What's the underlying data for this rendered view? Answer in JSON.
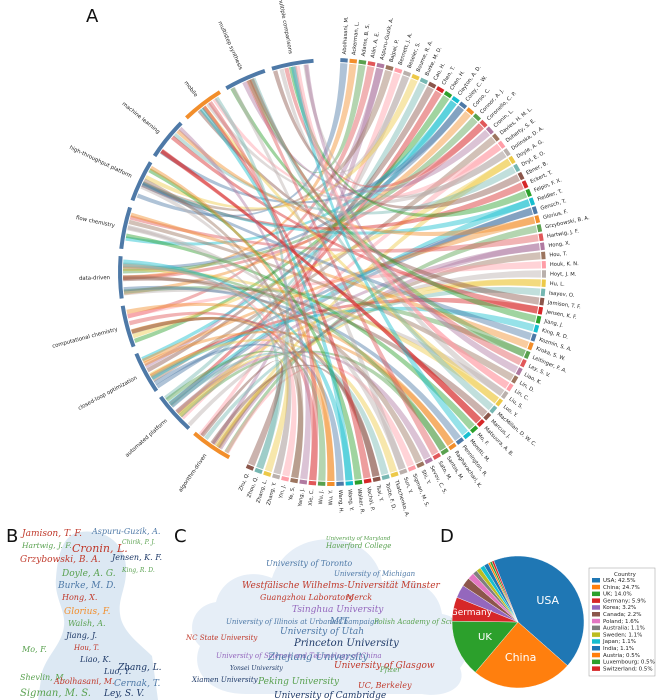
{
  "panels": {
    "a": "A",
    "b": "B",
    "c": "C",
    "d": "D"
  },
  "chord": {
    "segments": [
      {
        "name": "algorithm-driven",
        "color": "#f28e2b"
      },
      {
        "name": "automated platform",
        "color": "#4e79a7"
      },
      {
        "name": "closed-loop optimization",
        "color": "#4e79a7"
      },
      {
        "name": "computational chemistry",
        "color": "#4e79a7"
      },
      {
        "name": "data-driven",
        "color": "#4e79a7"
      },
      {
        "name": "flow chemistry",
        "color": "#4e79a7"
      },
      {
        "name": "high-throughput platform",
        "color": "#4e79a7"
      },
      {
        "name": "machine learning",
        "color": "#4e79a7"
      },
      {
        "name": "mobile",
        "color": "#f28e2b"
      },
      {
        "name": "multistep synthesis",
        "color": "#4e79a7"
      },
      {
        "name": "multiple comparisons",
        "color": "#4e79a7"
      }
    ],
    "authors": [
      "Abolhasani, M.",
      "Ackerman, L.",
      "Adams, B. S.",
      "Alán, A. E.",
      "Aspuru-Guzik, A.",
      "Bajpai, P.",
      "Bennett, J. A.",
      "Beseler, S.",
      "Bourne, R. A.",
      "Burke, M. D.",
      "Cao, H.",
      "Chen, T.",
      "Chen, H.",
      "Clayton, A. D.",
      "Coley, C. W.",
      "Corso, C.",
      "Connor, A. J.",
      "Coronello, C. P.",
      "Cronin, L.",
      "Davies, H. M. L.",
      "Doherty, S. E.",
      "Dolinska, D. A.",
      "Doyle, A. G.",
      "Dryl, E. O.",
      "Ebner, B.",
      "Eckert, T.",
      "Felpin, F. X.",
      "Fieldler, T.",
      "Gensch, T.",
      "Glorius, F.",
      "Grzybowski, B. A.",
      "Hartwig, J. F.",
      "Hong, X.",
      "Hou, T.",
      "Houk, K. N.",
      "Hoyt, J. M.",
      "Hu, L.",
      "Isayev, O.",
      "Jamison, T. F.",
      "Jensen, K. F.",
      "Jiang, J.",
      "King, R. D.",
      "Kozmin, S. A.",
      "Kroka, S. W.",
      "Leitinger, F. A.",
      "Ley, S. V.",
      "Liao, K.",
      "Lin, D.",
      "Lin, C.",
      "Liu, S.",
      "Luo, Y.",
      "MacMillan, D. W. C.",
      "Marcus, J.",
      "Matsuura, A. B.",
      "Mo, F.",
      "Moretti, M.",
      "Pennington, R.",
      "Raghavachari, K.",
      "Santos, M.",
      "Sato, M.",
      "Sevov, C. S.",
      "Shi, Y.",
      "Sigman, M. S.",
      "Sun, Y.",
      "Tkatchenko, A.",
      "Toste, F. D.",
      "Tsai, Y.",
      "Vachal, P.",
      "Walker, R.",
      "Wang, Y.",
      "Wang, H.",
      "Wu, Y.",
      "Wu, J.",
      "Xie, C.",
      "Yang, J.",
      "Ye, S.",
      "Yin, J.",
      "Zhang, Y.",
      "Zhang, L.",
      "Zhou, Q.",
      "Zhu, Q."
    ]
  },
  "wordcloud_authors": [
    {
      "text": "Jamison, T. F.",
      "size": 9,
      "color": "#c0392b"
    },
    {
      "text": "Aspuru-Guzik, A.",
      "size": 8,
      "color": "#4e79a7"
    },
    {
      "text": "Hartwig, J. F.",
      "size": 7.5,
      "color": "#59a14f"
    },
    {
      "text": "Chirik, P. J.",
      "size": 6,
      "color": "#59a14f"
    },
    {
      "text": "Cronin, L.",
      "size": 11,
      "color": "#c0392b"
    },
    {
      "text": "Grzybowski, B. A.",
      "size": 9,
      "color": "#c0392b"
    },
    {
      "text": "Jensen, K. F.",
      "size": 8,
      "color": "#1f3a68"
    },
    {
      "text": "King, R. D.",
      "size": 6,
      "color": "#59a14f"
    },
    {
      "text": "Doyle, A. G.",
      "size": 9,
      "color": "#59a14f"
    },
    {
      "text": "Burke, M. D.",
      "size": 9,
      "color": "#4e79a7"
    },
    {
      "text": "Hong, X.",
      "size": 8,
      "color": "#c0392b"
    },
    {
      "text": "Glorius, F.",
      "size": 9,
      "color": "#f28e2b"
    },
    {
      "text": "Walsh, A.",
      "size": 8,
      "color": "#59a14f"
    },
    {
      "text": "Jiang, J.",
      "size": 8,
      "color": "#1f3a68"
    },
    {
      "text": "Hou, T.",
      "size": 7,
      "color": "#c0392b"
    },
    {
      "text": "Mo, F.",
      "size": 8,
      "color": "#59a14f"
    },
    {
      "text": "Liao, K.",
      "size": 8,
      "color": "#1f3a68"
    },
    {
      "text": "Luo, Y.",
      "size": 8,
      "color": "#1f3a68"
    },
    {
      "text": "Zhang, L.",
      "size": 9,
      "color": "#1f3a68"
    },
    {
      "text": "Shevlin, M.",
      "size": 8,
      "color": "#59a14f"
    },
    {
      "text": "Abolhasani, M.",
      "size": 8,
      "color": "#c0392b"
    },
    {
      "text": "Cernak, T.",
      "size": 9,
      "color": "#4e79a7"
    },
    {
      "text": "Sigman, M. S.",
      "size": 10,
      "color": "#59a14f"
    },
    {
      "text": "Ley, S. V.",
      "size": 9,
      "color": "#1f3a68"
    }
  ],
  "wordcloud_institutions": [
    {
      "text": "Haverford College",
      "size": 7,
      "color": "#59a14f"
    },
    {
      "text": "University of Maryland",
      "size": 5.5,
      "color": "#59a14f"
    },
    {
      "text": "University of Toronto",
      "size": 8,
      "color": "#4e79a7"
    },
    {
      "text": "University of Michigan",
      "size": 7,
      "color": "#4e79a7"
    },
    {
      "text": "Westfälische Wilhelms-Universität Münster",
      "size": 9,
      "color": "#c0392b"
    },
    {
      "text": "Guangzhou Laboratory",
      "size": 8,
      "color": "#c0392b"
    },
    {
      "text": "Merck",
      "size": 8,
      "color": "#c0392b"
    },
    {
      "text": "Tsinghua University",
      "size": 9,
      "color": "#9467bd"
    },
    {
      "text": "University of Illinois at Urbana-Champaign",
      "size": 7,
      "color": "#4e79a7"
    },
    {
      "text": "MIT",
      "size": 9,
      "color": "#4e79a7"
    },
    {
      "text": "Polish Academy of Sciences",
      "size": 7,
      "color": "#59a14f"
    },
    {
      "text": "University of Utah",
      "size": 9,
      "color": "#4e79a7"
    },
    {
      "text": "NC State University",
      "size": 7,
      "color": "#c0392b"
    },
    {
      "text": "Princeton University",
      "size": 10,
      "color": "#1f3a68"
    },
    {
      "text": "University of Science and Technology of China",
      "size": 7,
      "color": "#9467bd"
    },
    {
      "text": "Zhejiang University",
      "size": 10,
      "color": "#4e79a7"
    },
    {
      "text": "University of Glasgow",
      "size": 9,
      "color": "#c0392b"
    },
    {
      "text": "Yonsei University",
      "size": 6,
      "color": "#1f3a68"
    },
    {
      "text": "Pfizer",
      "size": 7,
      "color": "#59a14f"
    },
    {
      "text": "Xiamen University",
      "size": 7,
      "color": "#1f3a68"
    },
    {
      "text": "Peking University",
      "size": 9,
      "color": "#59a14f"
    },
    {
      "text": "UC, Berkeley",
      "size": 8,
      "color": "#c0392b"
    },
    {
      "text": "University of Cambridge",
      "size": 9,
      "color": "#1f3a68"
    }
  ],
  "chart_data": [
    {
      "type": "pie",
      "title": "",
      "legend_title": "Country",
      "legend_placement": "right",
      "slices": [
        {
          "label": "USA",
          "legend": "USA; 42.5%",
          "value": 42.5,
          "color": "#1f77b4",
          "inner_label": "USA"
        },
        {
          "label": "China",
          "legend": "China; 24.7%",
          "value": 24.7,
          "color": "#ff7f0e",
          "inner_label": "China"
        },
        {
          "label": "UK",
          "legend": "UK; 14.0%",
          "value": 14.0,
          "color": "#2ca02c",
          "inner_label": "UK"
        },
        {
          "label": "Germany",
          "legend": "Germany; 5.9%",
          "value": 5.9,
          "color": "#d62728",
          "inner_label": "Germany"
        },
        {
          "label": "Korea",
          "legend": "Korea; 3.2%",
          "value": 3.2,
          "color": "#9467bd",
          "inner_label": ""
        },
        {
          "label": "Canada",
          "legend": "Canada; 2.2%",
          "value": 2.2,
          "color": "#8c564b",
          "inner_label": ""
        },
        {
          "label": "Poland",
          "legend": "Poland; 1.6%",
          "value": 1.6,
          "color": "#e377c2",
          "inner_label": ""
        },
        {
          "label": "Australia",
          "legend": "Australia; 1.1%",
          "value": 1.1,
          "color": "#7f7f7f",
          "inner_label": ""
        },
        {
          "label": "Sweden",
          "legend": "Sweden; 1.1%",
          "value": 1.1,
          "color": "#bcbd22",
          "inner_label": ""
        },
        {
          "label": "Japan",
          "legend": "Japan; 1.1%",
          "value": 1.1,
          "color": "#17becf",
          "inner_label": ""
        },
        {
          "label": "India",
          "legend": "India; 1.1%",
          "value": 1.1,
          "color": "#1f77b4",
          "inner_label": ""
        },
        {
          "label": "Austria",
          "legend": "Austria; 0.5%",
          "value": 0.5,
          "color": "#ff7f0e",
          "inner_label": ""
        },
        {
          "label": "Luxembourg",
          "legend": "Luxembourg; 0.5%",
          "value": 0.5,
          "color": "#2ca02c",
          "inner_label": ""
        },
        {
          "label": "Switzerland",
          "legend": "Switzerland; 0.5%",
          "value": 0.5,
          "color": "#d62728",
          "inner_label": ""
        }
      ]
    }
  ]
}
